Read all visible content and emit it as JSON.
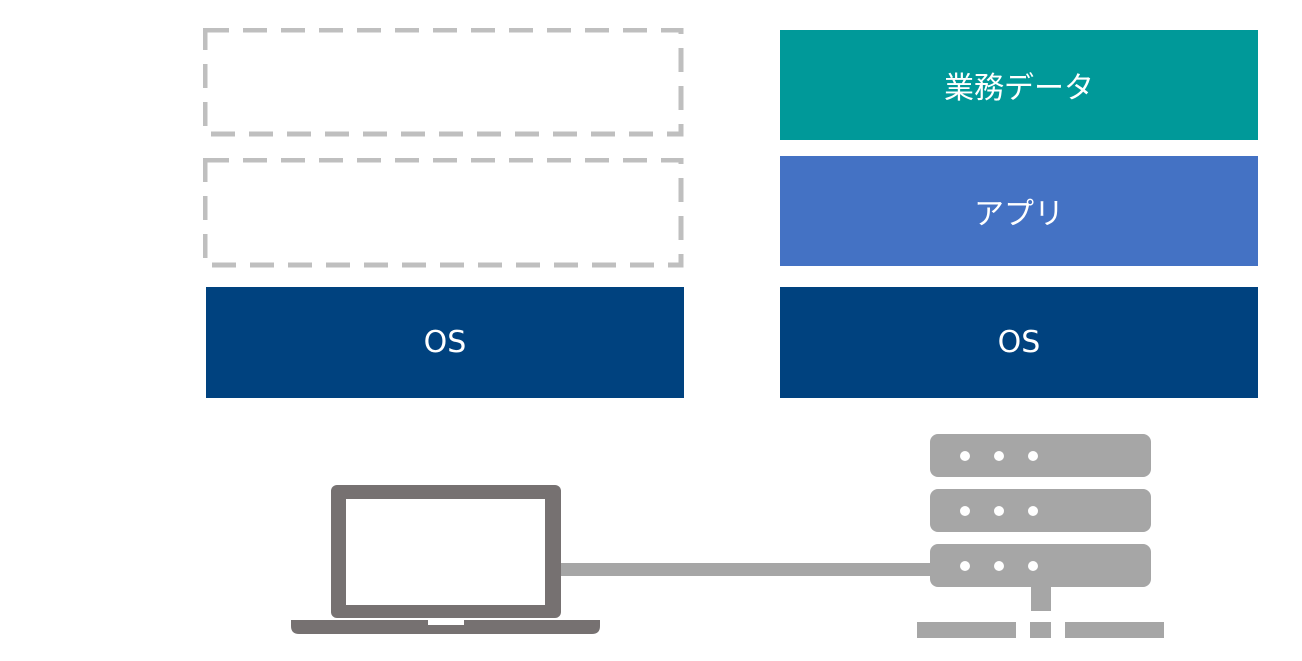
{
  "colors": {
    "os_block": "#00427F",
    "app_block": "#4472C4",
    "data_block": "#009999",
    "placeholder_border": "#BFBFBF",
    "laptop": "#767171",
    "server": "#A6A6A6",
    "dots": "#FFFFFF"
  },
  "client_stack": {
    "os_label": "OS"
  },
  "server_stack": {
    "data_label": "業務データ",
    "app_label": "アプリ",
    "os_label": "OS"
  },
  "icons": {
    "laptop": "laptop-icon",
    "server": "server-rack-icon"
  }
}
